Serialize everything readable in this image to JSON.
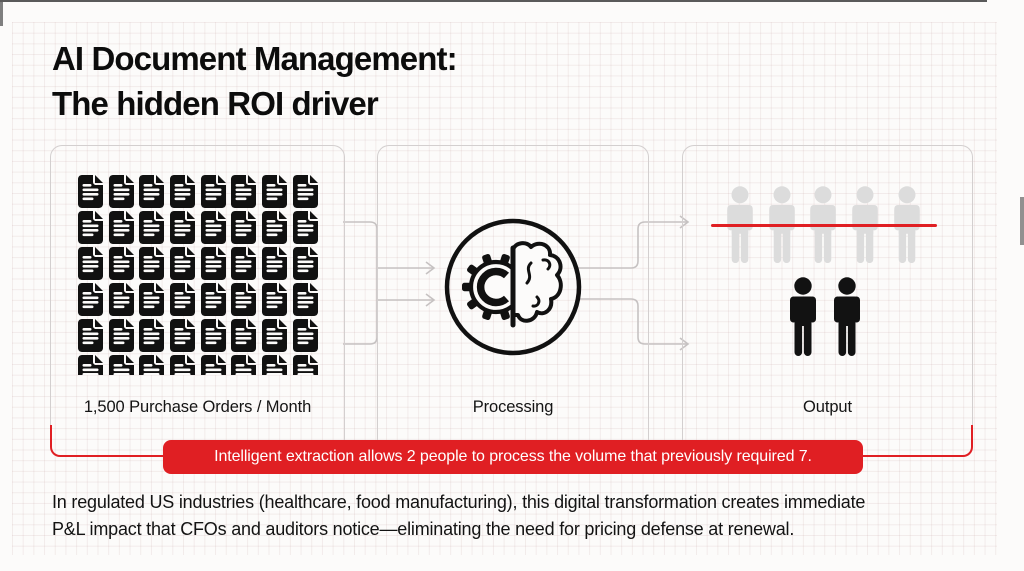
{
  "page": {
    "title_line1": "AI Document Management:",
    "title_line2": "The hidden ROI driver"
  },
  "diagram": {
    "panels": {
      "input": {
        "label": "1,500 Purchase Orders / Month",
        "doc_icon_count": 48
      },
      "processing": {
        "label": "Processing",
        "icon": "gear-brain-in-circle"
      },
      "output": {
        "label": "Output",
        "ghost_people_count": 5,
        "active_people_count": 2,
        "ghost_people_note": "crossed out with red line"
      }
    },
    "flow": "input -> processing -> output",
    "callout": {
      "text": "Intelligent extraction allows 2 people to process the volume that previously required 7."
    }
  },
  "footer": {
    "lines": [
      "In regulated US industries (healthcare, food manufacturing), this digital transformation creates immediate",
      "P&L impact that CFOs and auditors notice—eliminating the need for pricing defense at renewal."
    ]
  },
  "colors": {
    "accent_red": "#E01F23",
    "ghost_gray": "#DCDCDC",
    "ink": "#111111",
    "panel_border": "#D3CFCF",
    "connector_gray": "#C6C2C2",
    "page_bg": "#FCFBFA"
  }
}
